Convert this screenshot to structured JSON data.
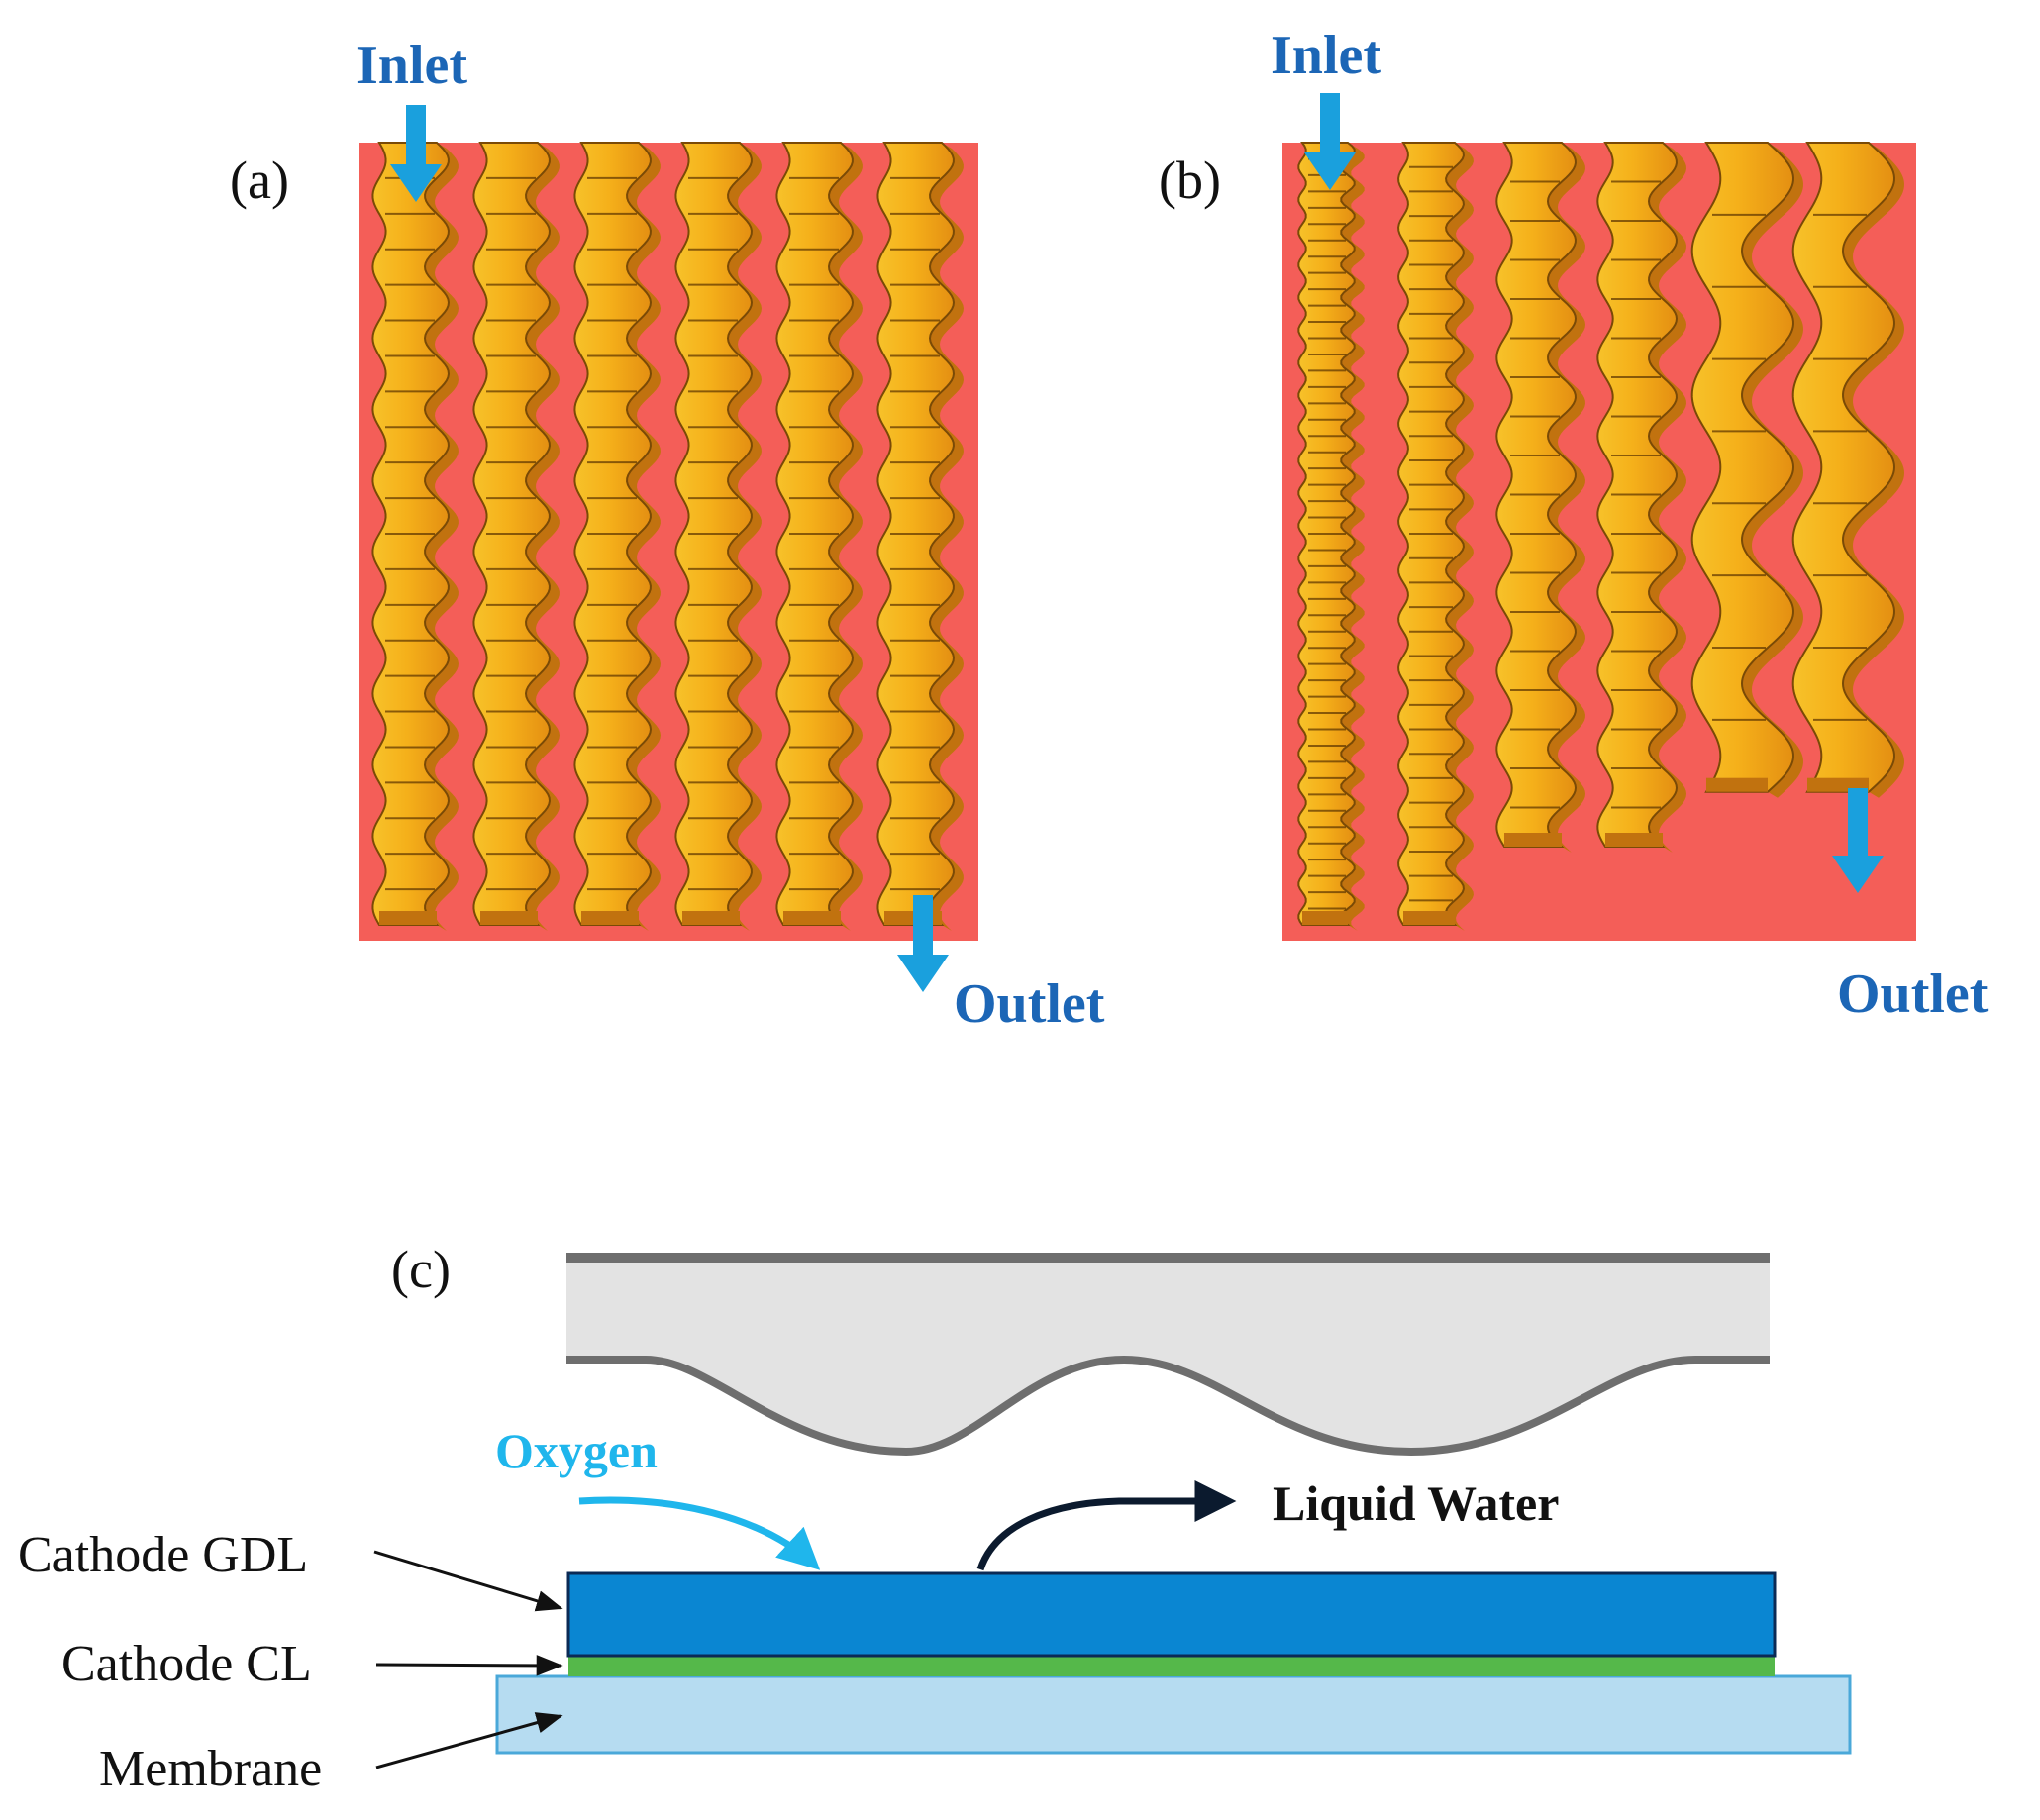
{
  "colors": {
    "plate": "#f45e58",
    "channel_light": "#f6b61a",
    "channel_mid": "#f19a14",
    "channel_dark": "#c1720f",
    "arrow": "#1aa0dd",
    "flow_label": "#1c66b6",
    "oxygen": "#1fb6ec",
    "gdl": "#0a86d2",
    "cl": "#55b84a",
    "membrane": "#b6dcf1",
    "bipolar_fill": "#e3e3e3",
    "bipolar_line": "#6e6e6e"
  },
  "panel_a": {
    "label": "(a)",
    "inlet_label": "Inlet",
    "outlet_label": "Outlet",
    "channel_count": 6,
    "wave_periods_per_channel": [
      11,
      11,
      11,
      11,
      11,
      11
    ],
    "channel_lengths": [
      1,
      1,
      1,
      1,
      1,
      1
    ]
  },
  "panel_b": {
    "label": "(b)",
    "inlet_label": "Inlet",
    "outlet_label": "Outlet",
    "channel_count": 6,
    "wave_periods_per_channel": [
      24,
      16,
      9,
      9,
      4.5,
      4.5
    ],
    "channel_lengths": [
      1,
      1,
      0.9,
      0.9,
      0.83,
      0.83
    ]
  },
  "panel_c": {
    "label": "(c)",
    "oxygen_label": "Oxygen",
    "water_label": "Liquid Water",
    "gdl_label": "Cathode GDL",
    "cl_label": "Cathode CL",
    "membrane_label": "Membrane"
  }
}
